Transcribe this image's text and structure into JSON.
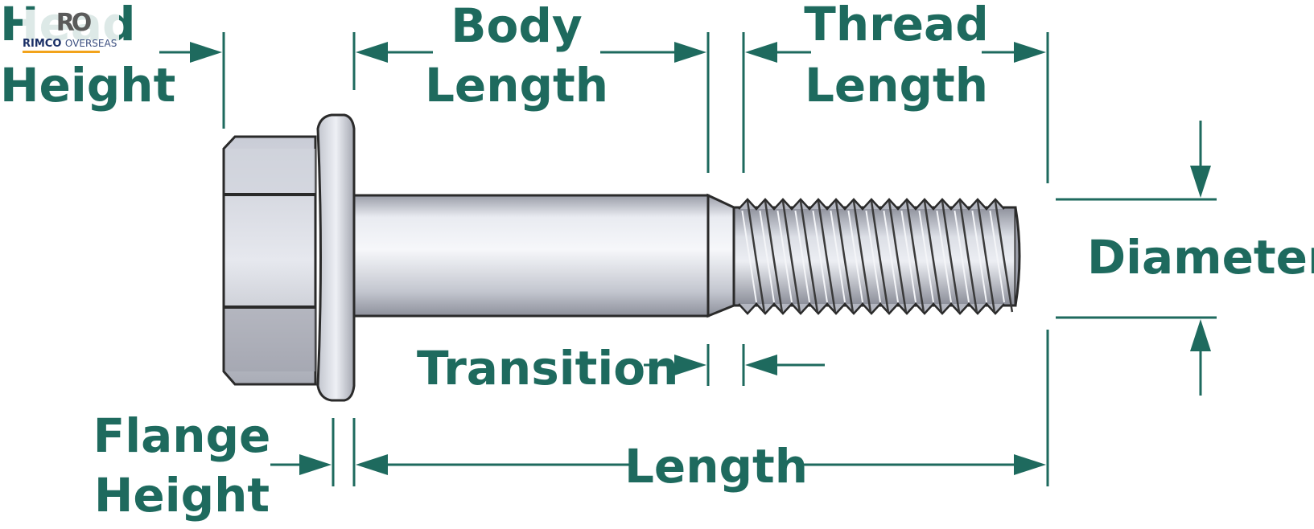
{
  "labels": {
    "head_height": [
      "Head",
      "Height"
    ],
    "body_length": [
      "Body",
      "Length"
    ],
    "thread_length": [
      "Thread",
      "Length"
    ],
    "diameter": "Diameter",
    "transition": "Transition",
    "flange_height": [
      "Flange",
      "Height"
    ],
    "length": "Length"
  },
  "logo": {
    "mark": "RO",
    "brand": "RIMCO",
    "brand_suffix": "OVERSEAS"
  },
  "colors": {
    "label": "#1e6a5e",
    "bolt_light": "#eceef4",
    "bolt_dark": "#8a8d98",
    "outline": "#2a2a2a",
    "logo_navy": "#1a2f66",
    "logo_orange": "#f2a31b"
  }
}
